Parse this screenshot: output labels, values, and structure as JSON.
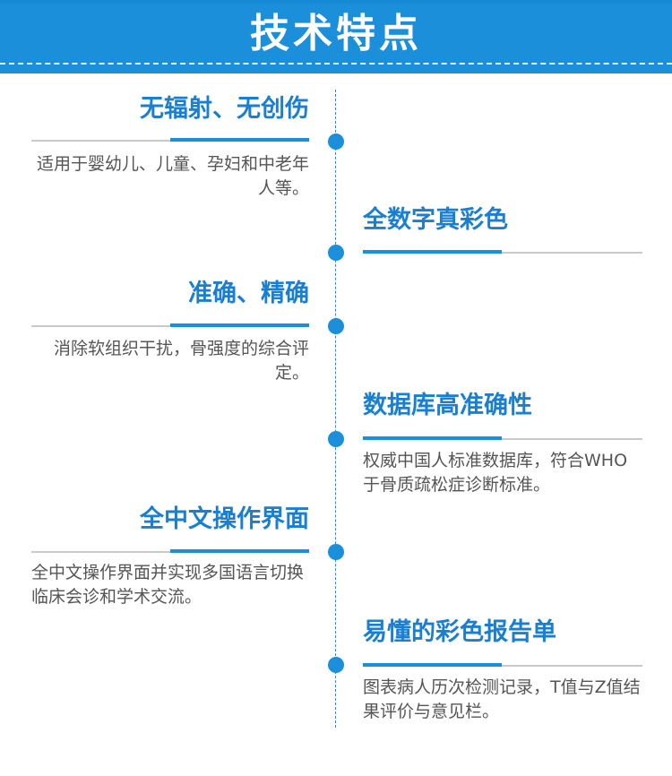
{
  "header": {
    "title": "技术特点"
  },
  "features": [
    {
      "title": "无辐射、无创伤",
      "desc": "适用于婴幼儿、儿童、孕妇和中老年人等。"
    },
    {
      "title": "全数字真彩色",
      "desc": ""
    },
    {
      "title": "准确、精确",
      "desc": "消除软组织干扰，骨强度的综合评定。"
    },
    {
      "title": "数据库高准确性",
      "desc": "权威中国人标准数据库，符合WHO于骨质疏松症诊断标准。"
    },
    {
      "title": "全中文操作界面",
      "desc": "全中文操作界面并实现多国语言切换临床会诊和学术交流。"
    },
    {
      "title": "易懂的彩色报告单",
      "desc": "图表病人历次检测记录，T值与Z值结果评价与意见栏。"
    }
  ],
  "colors": {
    "accent": "#1b8fd9",
    "title": "#1a7fd0",
    "text": "#555555"
  }
}
